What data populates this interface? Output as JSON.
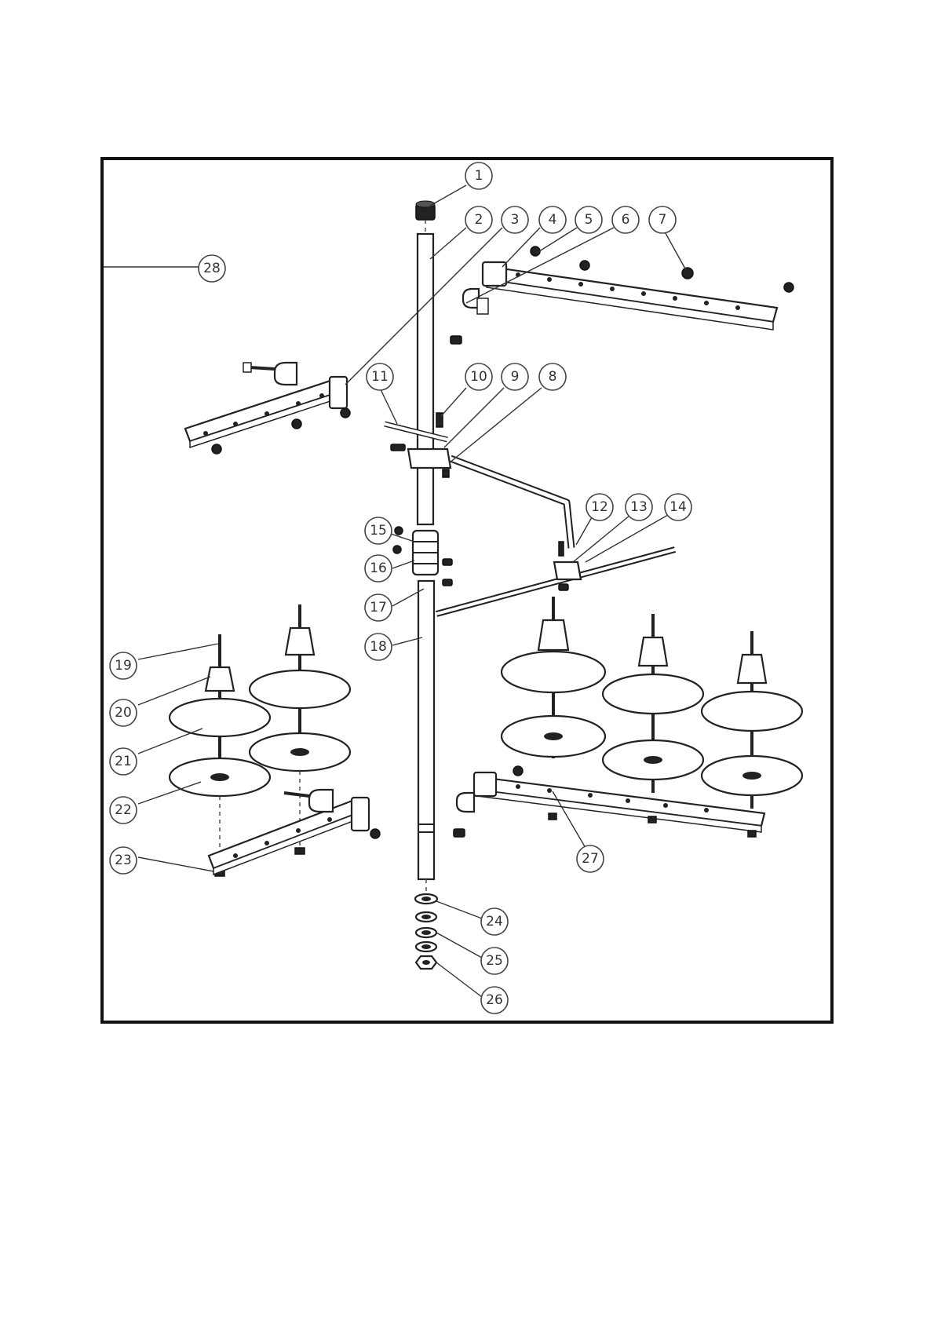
{
  "diagram": {
    "type": "exploded-parts-view",
    "callouts": [
      {
        "id": "1",
        "label": "1"
      },
      {
        "id": "2",
        "label": "2"
      },
      {
        "id": "3",
        "label": "3"
      },
      {
        "id": "4",
        "label": "4"
      },
      {
        "id": "5",
        "label": "5"
      },
      {
        "id": "6",
        "label": "6"
      },
      {
        "id": "7",
        "label": "7"
      },
      {
        "id": "8",
        "label": "8"
      },
      {
        "id": "9",
        "label": "9"
      },
      {
        "id": "10",
        "label": "10"
      },
      {
        "id": "11",
        "label": "11"
      },
      {
        "id": "12",
        "label": "12"
      },
      {
        "id": "13",
        "label": "13"
      },
      {
        "id": "14",
        "label": "14"
      },
      {
        "id": "15",
        "label": "15"
      },
      {
        "id": "16",
        "label": "16"
      },
      {
        "id": "17",
        "label": "17"
      },
      {
        "id": "18",
        "label": "18"
      },
      {
        "id": "19",
        "label": "19"
      },
      {
        "id": "20",
        "label": "20"
      },
      {
        "id": "21",
        "label": "21"
      },
      {
        "id": "22",
        "label": "22"
      },
      {
        "id": "23",
        "label": "23"
      },
      {
        "id": "24",
        "label": "24"
      },
      {
        "id": "25",
        "label": "25"
      },
      {
        "id": "26",
        "label": "26"
      },
      {
        "id": "27",
        "label": "27"
      },
      {
        "id": "28",
        "label": "28"
      }
    ]
  }
}
